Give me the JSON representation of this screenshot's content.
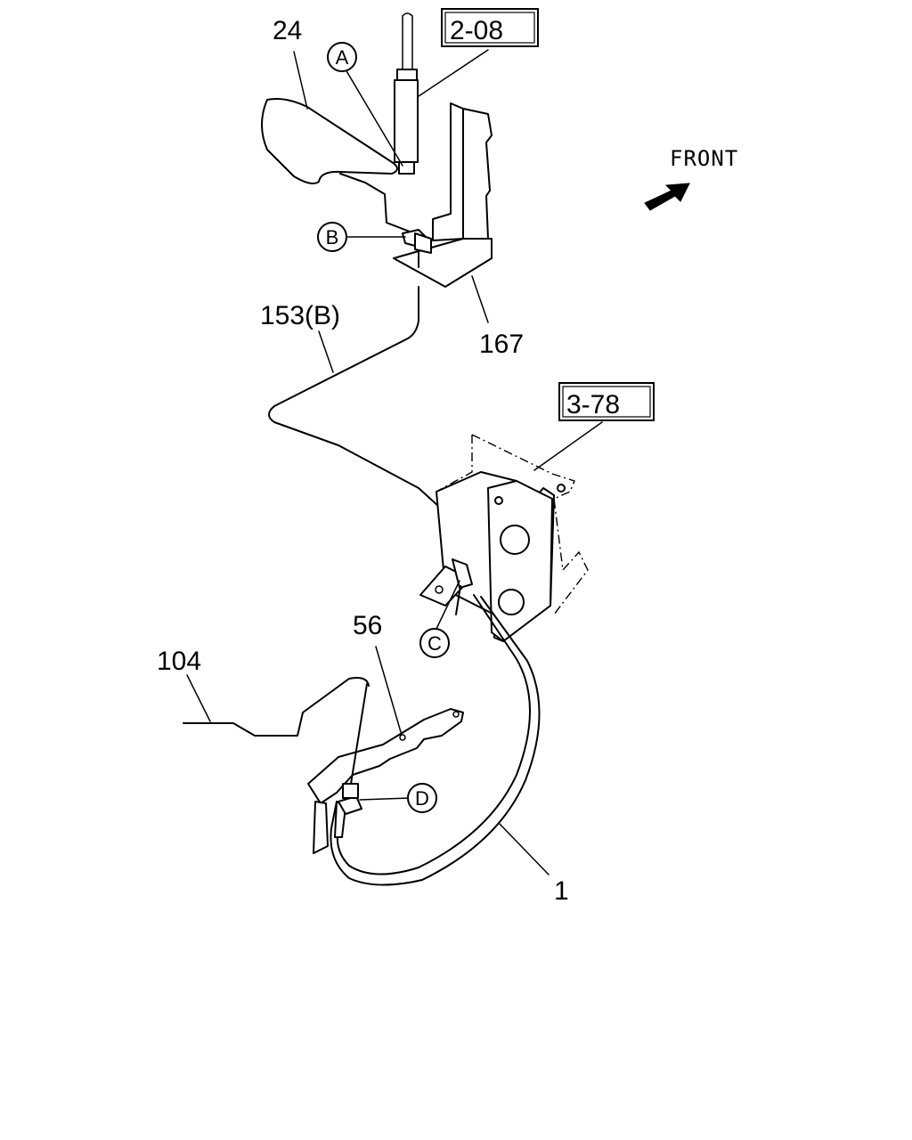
{
  "callouts": {
    "p24": "24",
    "p153": "153(B)",
    "p167": "167",
    "p56": "56",
    "p104": "104",
    "p1": "1"
  },
  "refs": {
    "r208": "2-08",
    "r378": "3-78"
  },
  "circles": {
    "a": "A",
    "b": "B",
    "c": "C",
    "d": "D"
  },
  "direction": {
    "front_label": "FRONT",
    "arrow_icon": "front-arrow-icon"
  }
}
